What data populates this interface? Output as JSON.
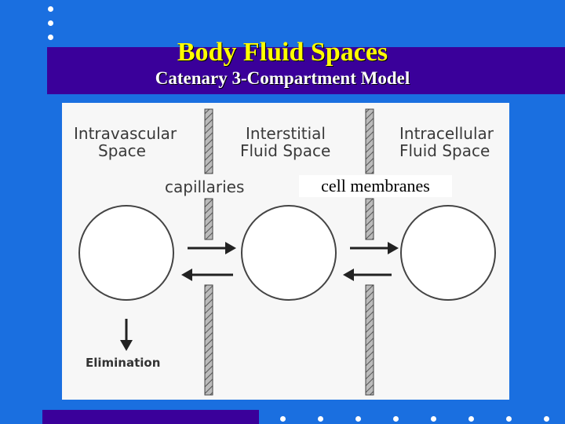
{
  "slide": {
    "title": "Body Fluid Spaces",
    "subtitle": "Catenary 3-Compartment Model"
  },
  "figure": {
    "labels": {
      "intravascular_line1": "Intravascular",
      "intravascular_line2": "Space",
      "interstitial_line1": "Interstitial",
      "interstitial_line2": "Fluid Space",
      "intracellular_line1": "Intracellular",
      "intracellular_line2": "Fluid Space",
      "capillaries": "capillaries",
      "cell_membranes": "cell membranes",
      "elimination": "Elimination"
    }
  },
  "colors": {
    "background": "#1a6fe0",
    "band": "#3a009a",
    "title": "#ffff00",
    "subtitle": "#ffffff"
  }
}
